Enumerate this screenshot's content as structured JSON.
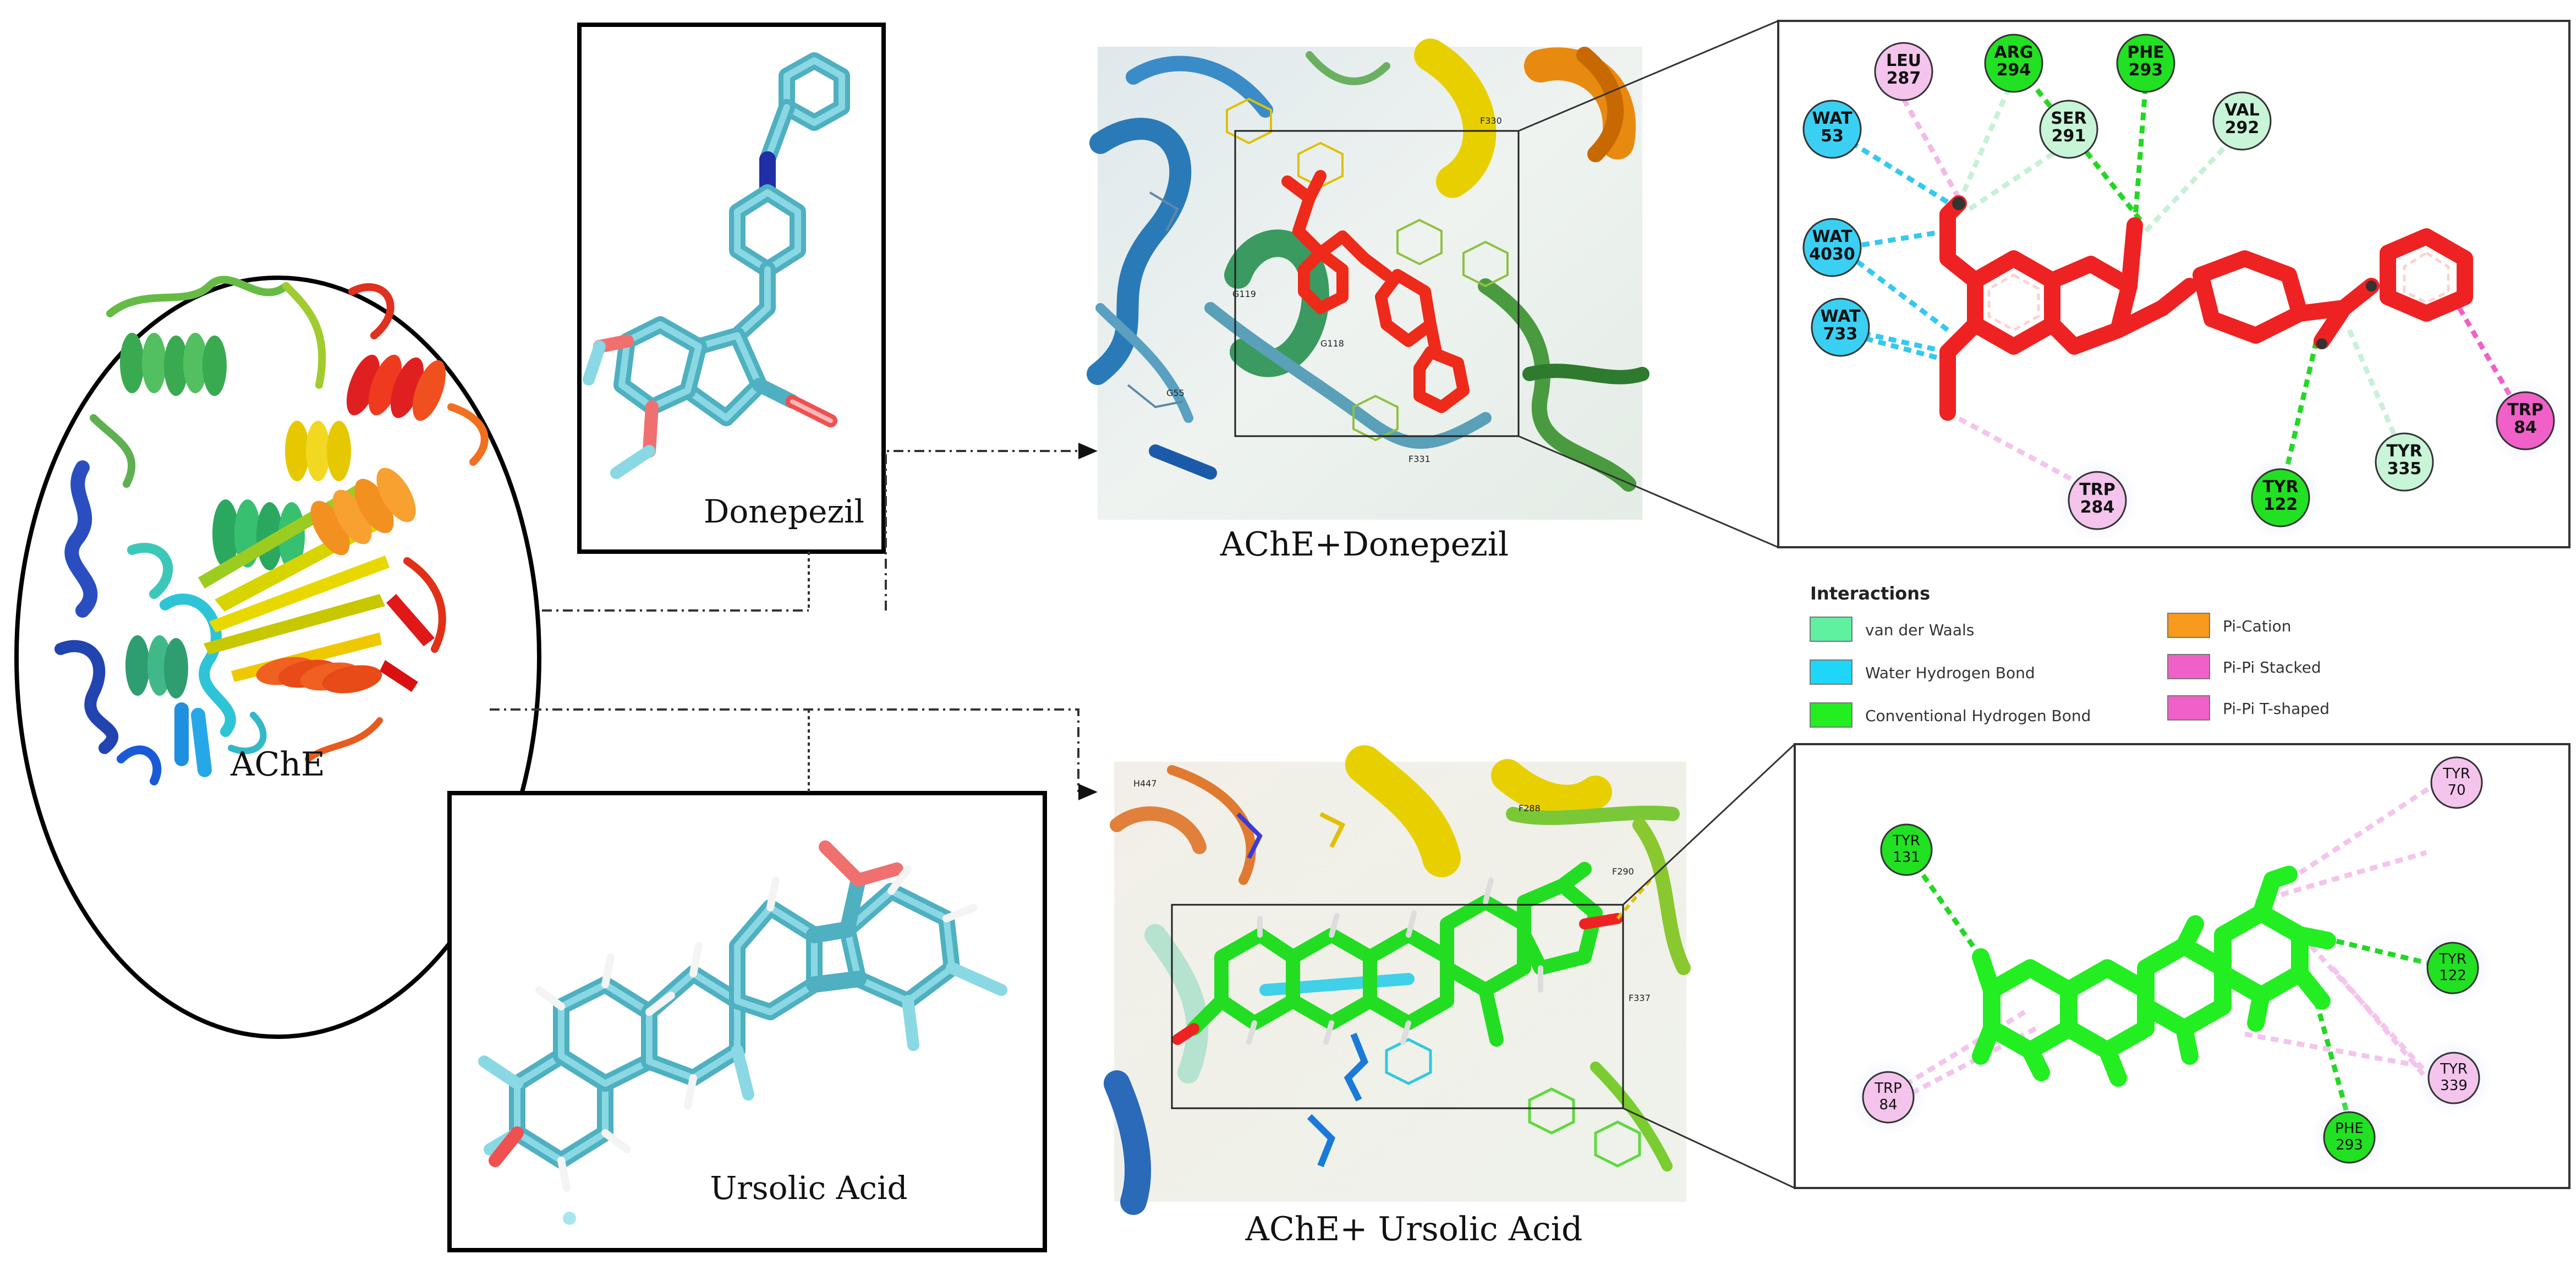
{
  "labels": {
    "ache": "AChE",
    "donepezil": "Donepezil",
    "ursolic": "Ursolic Acid",
    "complex_donepezil": "AChE+Donepezil",
    "complex_ursolic": "AChE+ Ursolic Acid"
  },
  "legend": {
    "title": "Interactions",
    "items": [
      {
        "label": "van der Waals",
        "color": "#5ff0a0"
      },
      {
        "label": "Water Hydrogen Bond",
        "color": "#1ed6f7"
      },
      {
        "label": "Conventional Hydrogen Bond",
        "color": "#22ee22"
      },
      {
        "label": "Pi-Cation",
        "color": "#f79a1e"
      },
      {
        "label": "Pi-Pi Stacked",
        "color": "#f060c8"
      },
      {
        "label": "Pi-Pi T-shaped",
        "color": "#f060c8"
      }
    ]
  },
  "donepezil_residues": [
    {
      "name": "LEU",
      "num": "287",
      "kind": "pi-alkyl",
      "fill": "#f4c4ec"
    },
    {
      "name": "ARG",
      "num": "294",
      "kind": "hbond",
      "fill": "#22e022"
    },
    {
      "name": "PHE",
      "num": "293",
      "kind": "hbond",
      "fill": "#22e022"
    },
    {
      "name": "SER",
      "num": "291",
      "kind": "vdw",
      "fill": "#c8f4d8"
    },
    {
      "name": "VAL",
      "num": "292",
      "kind": "vdw",
      "fill": "#c8f4d8"
    },
    {
      "name": "WAT",
      "num": "53",
      "kind": "water",
      "fill": "#3ad0f4"
    },
    {
      "name": "WAT",
      "num": "4030",
      "kind": "water",
      "fill": "#3ad0f4"
    },
    {
      "name": "WAT",
      "num": "733",
      "kind": "water",
      "fill": "#3ad0f4"
    },
    {
      "name": "TRP",
      "num": "284",
      "kind": "pi-alkyl",
      "fill": "#f4c4ec"
    },
    {
      "name": "TYR",
      "num": "122",
      "kind": "hbond",
      "fill": "#22e022"
    },
    {
      "name": "TYR",
      "num": "335",
      "kind": "vdw",
      "fill": "#c8f4d8"
    },
    {
      "name": "TRP",
      "num": "84",
      "kind": "pi-pi",
      "fill": "#f060c8"
    }
  ],
  "ursolic_residues": [
    {
      "name": "TYR",
      "num": "131",
      "kind": "hbond",
      "fill": "#22e022"
    },
    {
      "name": "TYR",
      "num": "70",
      "kind": "pi-alkyl",
      "fill": "#f4c4ec"
    },
    {
      "name": "TYR",
      "num": "122",
      "kind": "hbond",
      "fill": "#22e022"
    },
    {
      "name": "TYR",
      "num": "339",
      "kind": "pi-alkyl",
      "fill": "#f4c4ec"
    },
    {
      "name": "TRP",
      "num": "84",
      "kind": "pi-alkyl",
      "fill": "#f4c4ec"
    },
    {
      "name": "PHE",
      "num": "293",
      "kind": "hbond",
      "fill": "#22e022"
    }
  ]
}
